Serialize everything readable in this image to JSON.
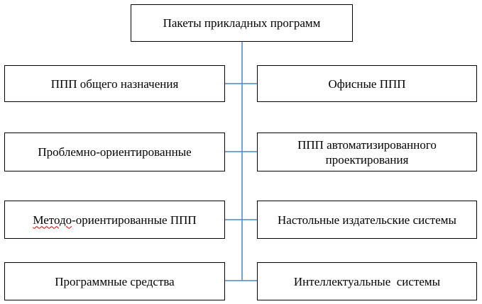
{
  "diagram": {
    "root": {
      "label": "Пакеты прикладных программ"
    },
    "left_nodes": [
      {
        "label": "ППП общего назначения"
      },
      {
        "label": "Проблемно-ориентированные"
      },
      {
        "label_first": "Методо",
        "label_rest": "-ориентированные ППП"
      },
      {
        "label": "Программные средства"
      }
    ],
    "right_nodes": [
      {
        "label": "Офисные ППП"
      },
      {
        "label": "ППП автоматизированного проектирования"
      },
      {
        "label": "Настольные издательские системы"
      },
      {
        "label": "Интеллектуальные  системы"
      }
    ],
    "colors": {
      "connector": "#4a86c5",
      "border": "#000000",
      "spellcheck_underline": "#d40000"
    }
  }
}
